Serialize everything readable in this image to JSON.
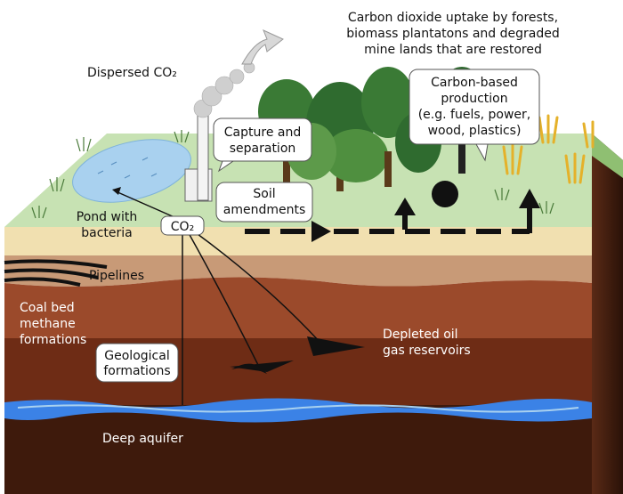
{
  "labels": {
    "dispersed_co2": "Dispersed CO₂",
    "uptake_line1": "Carbon dioxide uptake by forests,",
    "uptake_line2": "biomass plantatons and degraded",
    "uptake_line3": "mine lands that are restored",
    "capture_line1": "Capture and",
    "capture_line2": "separation",
    "carbon_line1": "Carbon-based",
    "carbon_line2": "production",
    "carbon_line3": "(e.g. fuels, power,",
    "carbon_line4": "wood, plastics)",
    "soil_line1": "Soil",
    "soil_line2": "amendments",
    "pond_line1": "Pond with",
    "pond_line2": "bacteria",
    "co2_box": "CO₂",
    "pipelines": "Pipelines",
    "coalbed_line1": "Coal bed",
    "coalbed_line2": "methane",
    "coalbed_line3": "formations",
    "geological_line1": "Geological",
    "geological_line2": "formations",
    "depleted_line1": "Depleted oil",
    "depleted_line2": "gas reservoirs",
    "aquifer": "Deep aquifer"
  },
  "colors": {
    "grass_top": "#c7e2b3",
    "topsoil": "#f1e0b0",
    "layer_tan": "#c89a77",
    "layer_red": "#9b4a2b",
    "layer_deep": "#6b2a14",
    "layer_bottom": "#3e1a0c",
    "water": "#3b82e6",
    "pond": "#a9d1ef",
    "tree_dark": "#2f6b2f",
    "tree_mid": "#4f8f3f",
    "grain": "#e5b12a"
  }
}
